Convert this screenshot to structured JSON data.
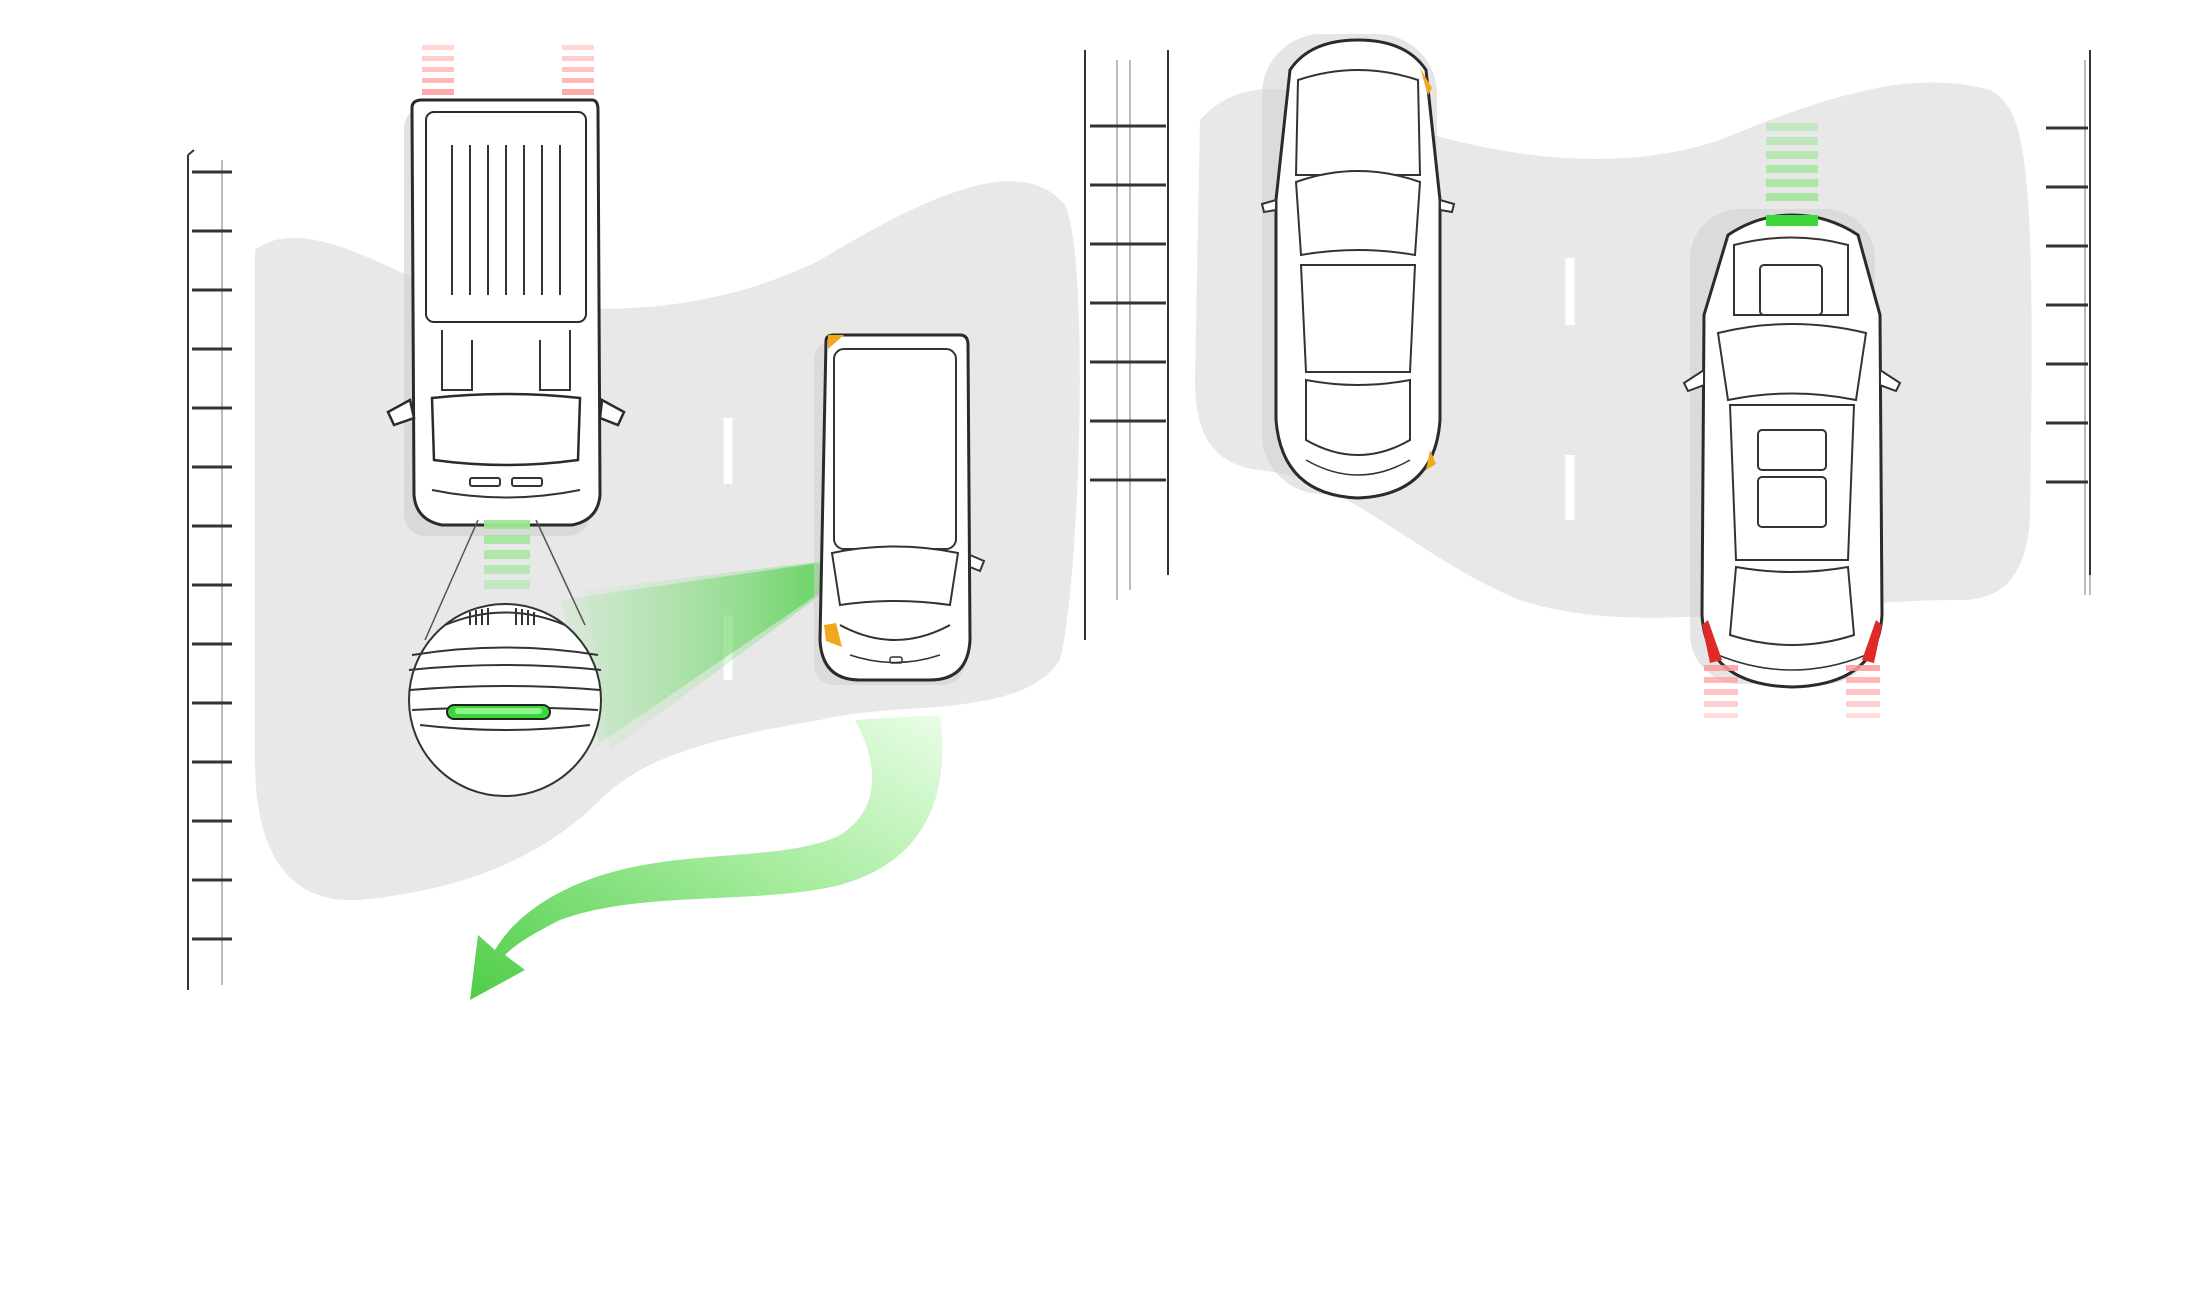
{
  "diagram": {
    "type": "illustration",
    "vehicles": [
      {
        "kind": "van",
        "heading": "down",
        "light_signal": "green-front",
        "rear_signal": "red"
      },
      {
        "kind": "small-van",
        "heading": "down",
        "light_signal": "orange-indicators"
      },
      {
        "kind": "sedan",
        "heading": "down",
        "light_signal": "orange-indicators"
      },
      {
        "kind": "suv",
        "heading": "up",
        "light_signal": "green-front",
        "rear_signal": "red"
      }
    ],
    "callout": {
      "subject": "front light bar",
      "color": "green"
    },
    "arrow": {
      "direction": "exit-left",
      "color": "green"
    }
  },
  "colors": {
    "road_shadow": "#e8e8e8",
    "outline": "#2b2b2b",
    "green": "#3ad63a",
    "green_light": "#a7f0a0",
    "red": "#ff8a8a",
    "red_dark": "#e02a2a",
    "orange": "#f2a81d",
    "rail": "#333333"
  }
}
